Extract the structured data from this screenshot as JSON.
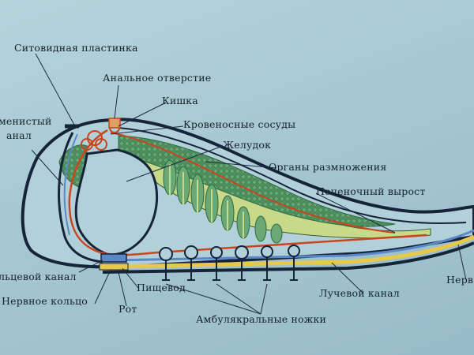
{
  "labels": {
    "sieve_plate": "Ситовидная пластинка",
    "anal_opening": "Анальное отверстие",
    "intestine": "Кишка",
    "blood_vessels": "Кровеносные сосуды",
    "stomach": "Желудок",
    "reproductive_organs": "Органы размножения",
    "hepatic_outgrowth": "Печеночный вырост",
    "stone_canal_line1": "менистый",
    "stone_canal_line2": "анал",
    "ring_canal": "льцевой канал",
    "nerve_ring": "Нервное кольцо",
    "esophagus": "Пищевод",
    "mouth": "Рот",
    "radial_canal": "Лучевой канал",
    "nerve": "Нерв",
    "ambulacral_feet": "Амбулякральные ножки"
  },
  "colors": {
    "background": "#a9c9d3",
    "outline": "#16243a",
    "blood_vessel": "#c8461e",
    "gonads": "#5b9e6a",
    "digestive_gland": "#b8c46a",
    "nerve": "#e8c84a",
    "water_canal": "#5a88c8"
  }
}
